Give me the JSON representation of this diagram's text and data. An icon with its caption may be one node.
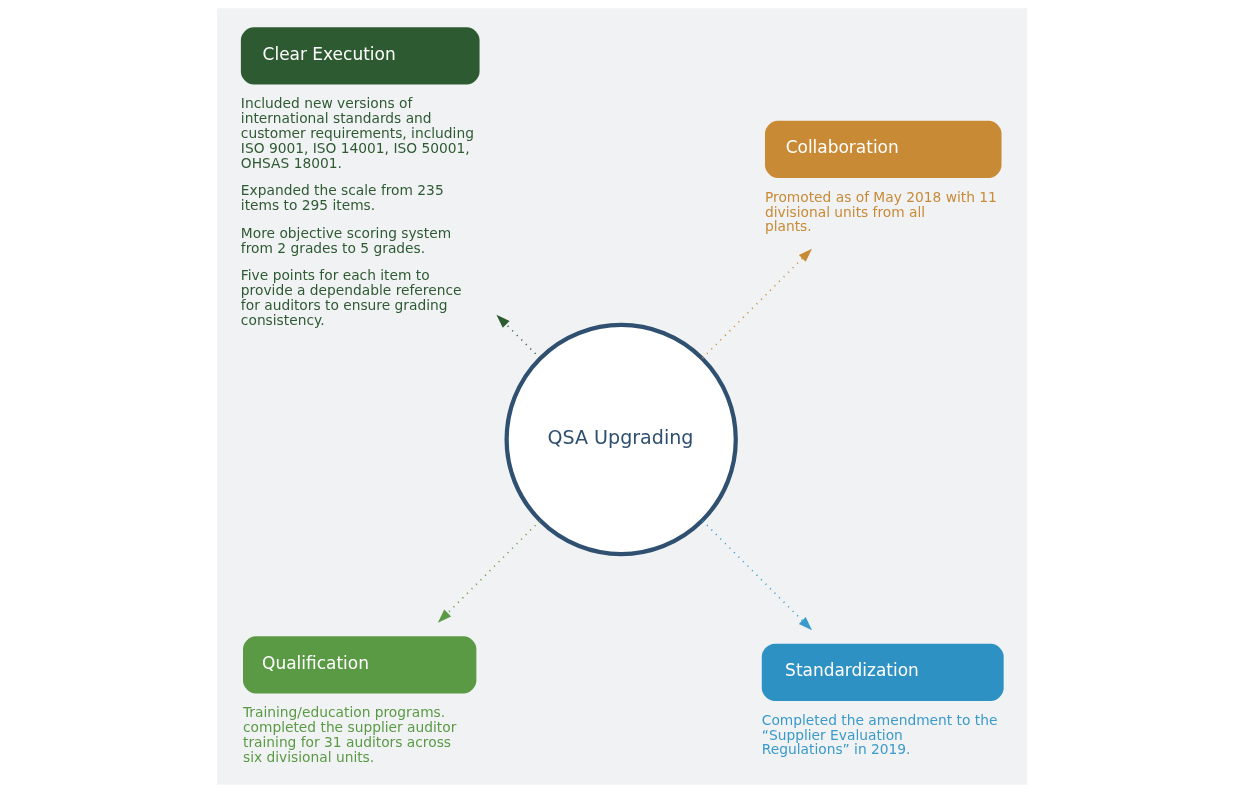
{
  "diagram": {
    "nodes": [
      {
        "text": [
          "QSA Upgrading"
        ]
      },
      {
        "text": [
          "Collaboration"
        ],
        "beside": [
          "Promoted as of May 2018 with 11 divisional units from all plants."
        ]
      },
      {
        "text": [
          "Clear Execution"
        ],
        "beside": [
          "Included new versions of international standards and customer requirements, including ISO 9001, ISO 14001, ISO 50001, OHSAS 18001.",
          "Expanded the scale from 235 items to 295 items.",
          "More objective scoring system from 2 grades to 5 grades.",
          "Five points for each item to provide a dependable reference for auditors to ensure grading consistency."
        ]
      },
      {
        "text": [
          "Qualification"
        ],
        "beside": [
          "Training/education programs. completed the supplier auditor training for 31 auditors across six divisional units."
        ]
      },
      {
        "text": [
          "Standardization"
        ],
        "beside": [
          "Completed the amendment to the “Supplier Evaluation Regulations” in 2019."
        ]
      }
    ],
    "edges": [
      {
        "from": 0,
        "to": 1,
        "arrow": "to",
        "color": "#c98a35"
      },
      {
        "from": 0,
        "to": 2,
        "arrow": "to",
        "color": "#2e5a32"
      },
      {
        "from": 0,
        "to": 3,
        "arrow": "to",
        "color": "#5a9a44"
      },
      {
        "from": 0,
        "to": 4,
        "arrow": "to",
        "color": "#3a9acb"
      }
    ]
  }
}
